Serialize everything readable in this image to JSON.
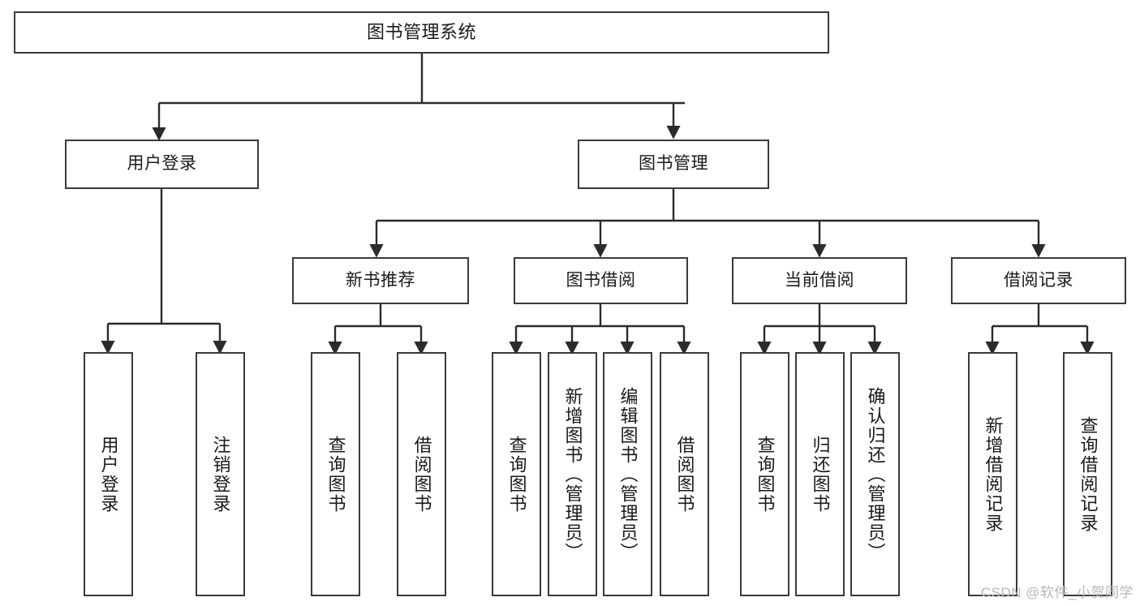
{
  "diagram": {
    "type": "tree-hierarchy-chart",
    "title": "图书管理系统",
    "colors": {
      "background": "#ffffff",
      "box_border": "#3a3a3a",
      "box_fill": "#ffffff",
      "text": "#1a1a1a",
      "edge": "#2b2b2b",
      "watermark": "#b7b7b7"
    },
    "watermark": "CSDN @软件_小贺同学",
    "levels": {
      "level0": [
        {
          "id": "root",
          "label": "图书管理系统"
        }
      ],
      "level1": [
        {
          "id": "n-user-login",
          "label": "用户登录"
        },
        {
          "id": "n-book-manage",
          "label": "图书管理"
        }
      ],
      "level2": [
        {
          "id": "n-new-book-rec",
          "label": "新书推荐",
          "parent": "n-book-manage"
        },
        {
          "id": "n-book-borrow",
          "label": "图书借阅",
          "parent": "n-book-manage"
        },
        {
          "id": "n-current-borrow",
          "label": "当前借阅",
          "parent": "n-book-manage"
        },
        {
          "id": "n-borrow-record",
          "label": "借阅记录",
          "parent": "n-book-manage"
        }
      ],
      "leaves": [
        {
          "id": "l1",
          "label": "用户登录",
          "parent": "n-user-login"
        },
        {
          "id": "l2",
          "label": "注销登录",
          "parent": "n-user-login"
        },
        {
          "id": "l3",
          "label": "查询图书",
          "parent": "n-new-book-rec"
        },
        {
          "id": "l4",
          "label": "借阅图书",
          "parent": "n-new-book-rec"
        },
        {
          "id": "l5",
          "label": "查询图书",
          "parent": "n-book-borrow"
        },
        {
          "id": "l6",
          "label": "新增图书（管理员）",
          "parent": "n-book-borrow"
        },
        {
          "id": "l7",
          "label": "编辑图书（管理员）",
          "parent": "n-book-borrow"
        },
        {
          "id": "l8",
          "label": "借阅图书",
          "parent": "n-book-borrow"
        },
        {
          "id": "l9",
          "label": "查询图书",
          "parent": "n-current-borrow"
        },
        {
          "id": "l10",
          "label": "归还图书",
          "parent": "n-current-borrow"
        },
        {
          "id": "l11",
          "label": "确认归还（管理员）",
          "parent": "n-current-borrow"
        },
        {
          "id": "l12",
          "label": "新增借阅记录",
          "parent": "n-borrow-record"
        },
        {
          "id": "l13",
          "label": "查询借阅记录",
          "parent": "n-borrow-record"
        }
      ]
    }
  }
}
